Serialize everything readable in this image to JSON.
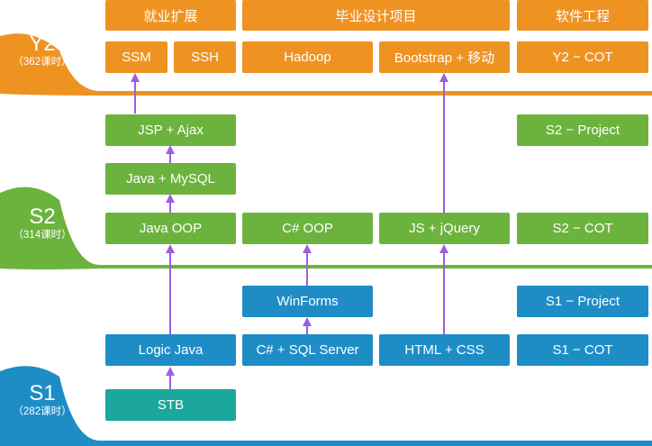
{
  "stages": [
    {
      "id": "y2",
      "label": "Y2",
      "hours": "（362课时）",
      "color": "#EE9322"
    },
    {
      "id": "s2",
      "label": "S2",
      "hours": "（314课时）",
      "color": "#6CB33E"
    },
    {
      "id": "s1",
      "label": "S1",
      "hours": "（282课时）",
      "color": "#1E8DC6"
    }
  ],
  "y2": {
    "categories": {
      "employment": "就业扩展",
      "graduation": "毕业设计项目",
      "engineering": "软件工程"
    },
    "ssm": "SSM",
    "ssh": "SSH",
    "hadoop": "Hadoop",
    "bootstrap": "Bootstrap + 移动",
    "cot": "Y2 − COT"
  },
  "s2": {
    "jsp_ajax": "JSP + Ajax",
    "project": "S2 − Project",
    "java_mysql": "Java + MySQL",
    "java_oop": "Java OOP",
    "csharp_oop": "C# OOP",
    "js_jquery": "JS + jQuery",
    "cot": "S2 − COT"
  },
  "s1": {
    "winforms": "WinForms",
    "project": "S1 − Project",
    "logic_java": "Logic Java",
    "csharp_sql": "C# + SQL Server",
    "html_css": "HTML + CSS",
    "cot": "S1 − COT",
    "stb": "STB"
  },
  "colors": {
    "y2": "#EE9322",
    "s2": "#6CB33E",
    "s1": "#1E8DC6",
    "stb": "#1BA79B",
    "arrow": "#9B5FE0"
  }
}
